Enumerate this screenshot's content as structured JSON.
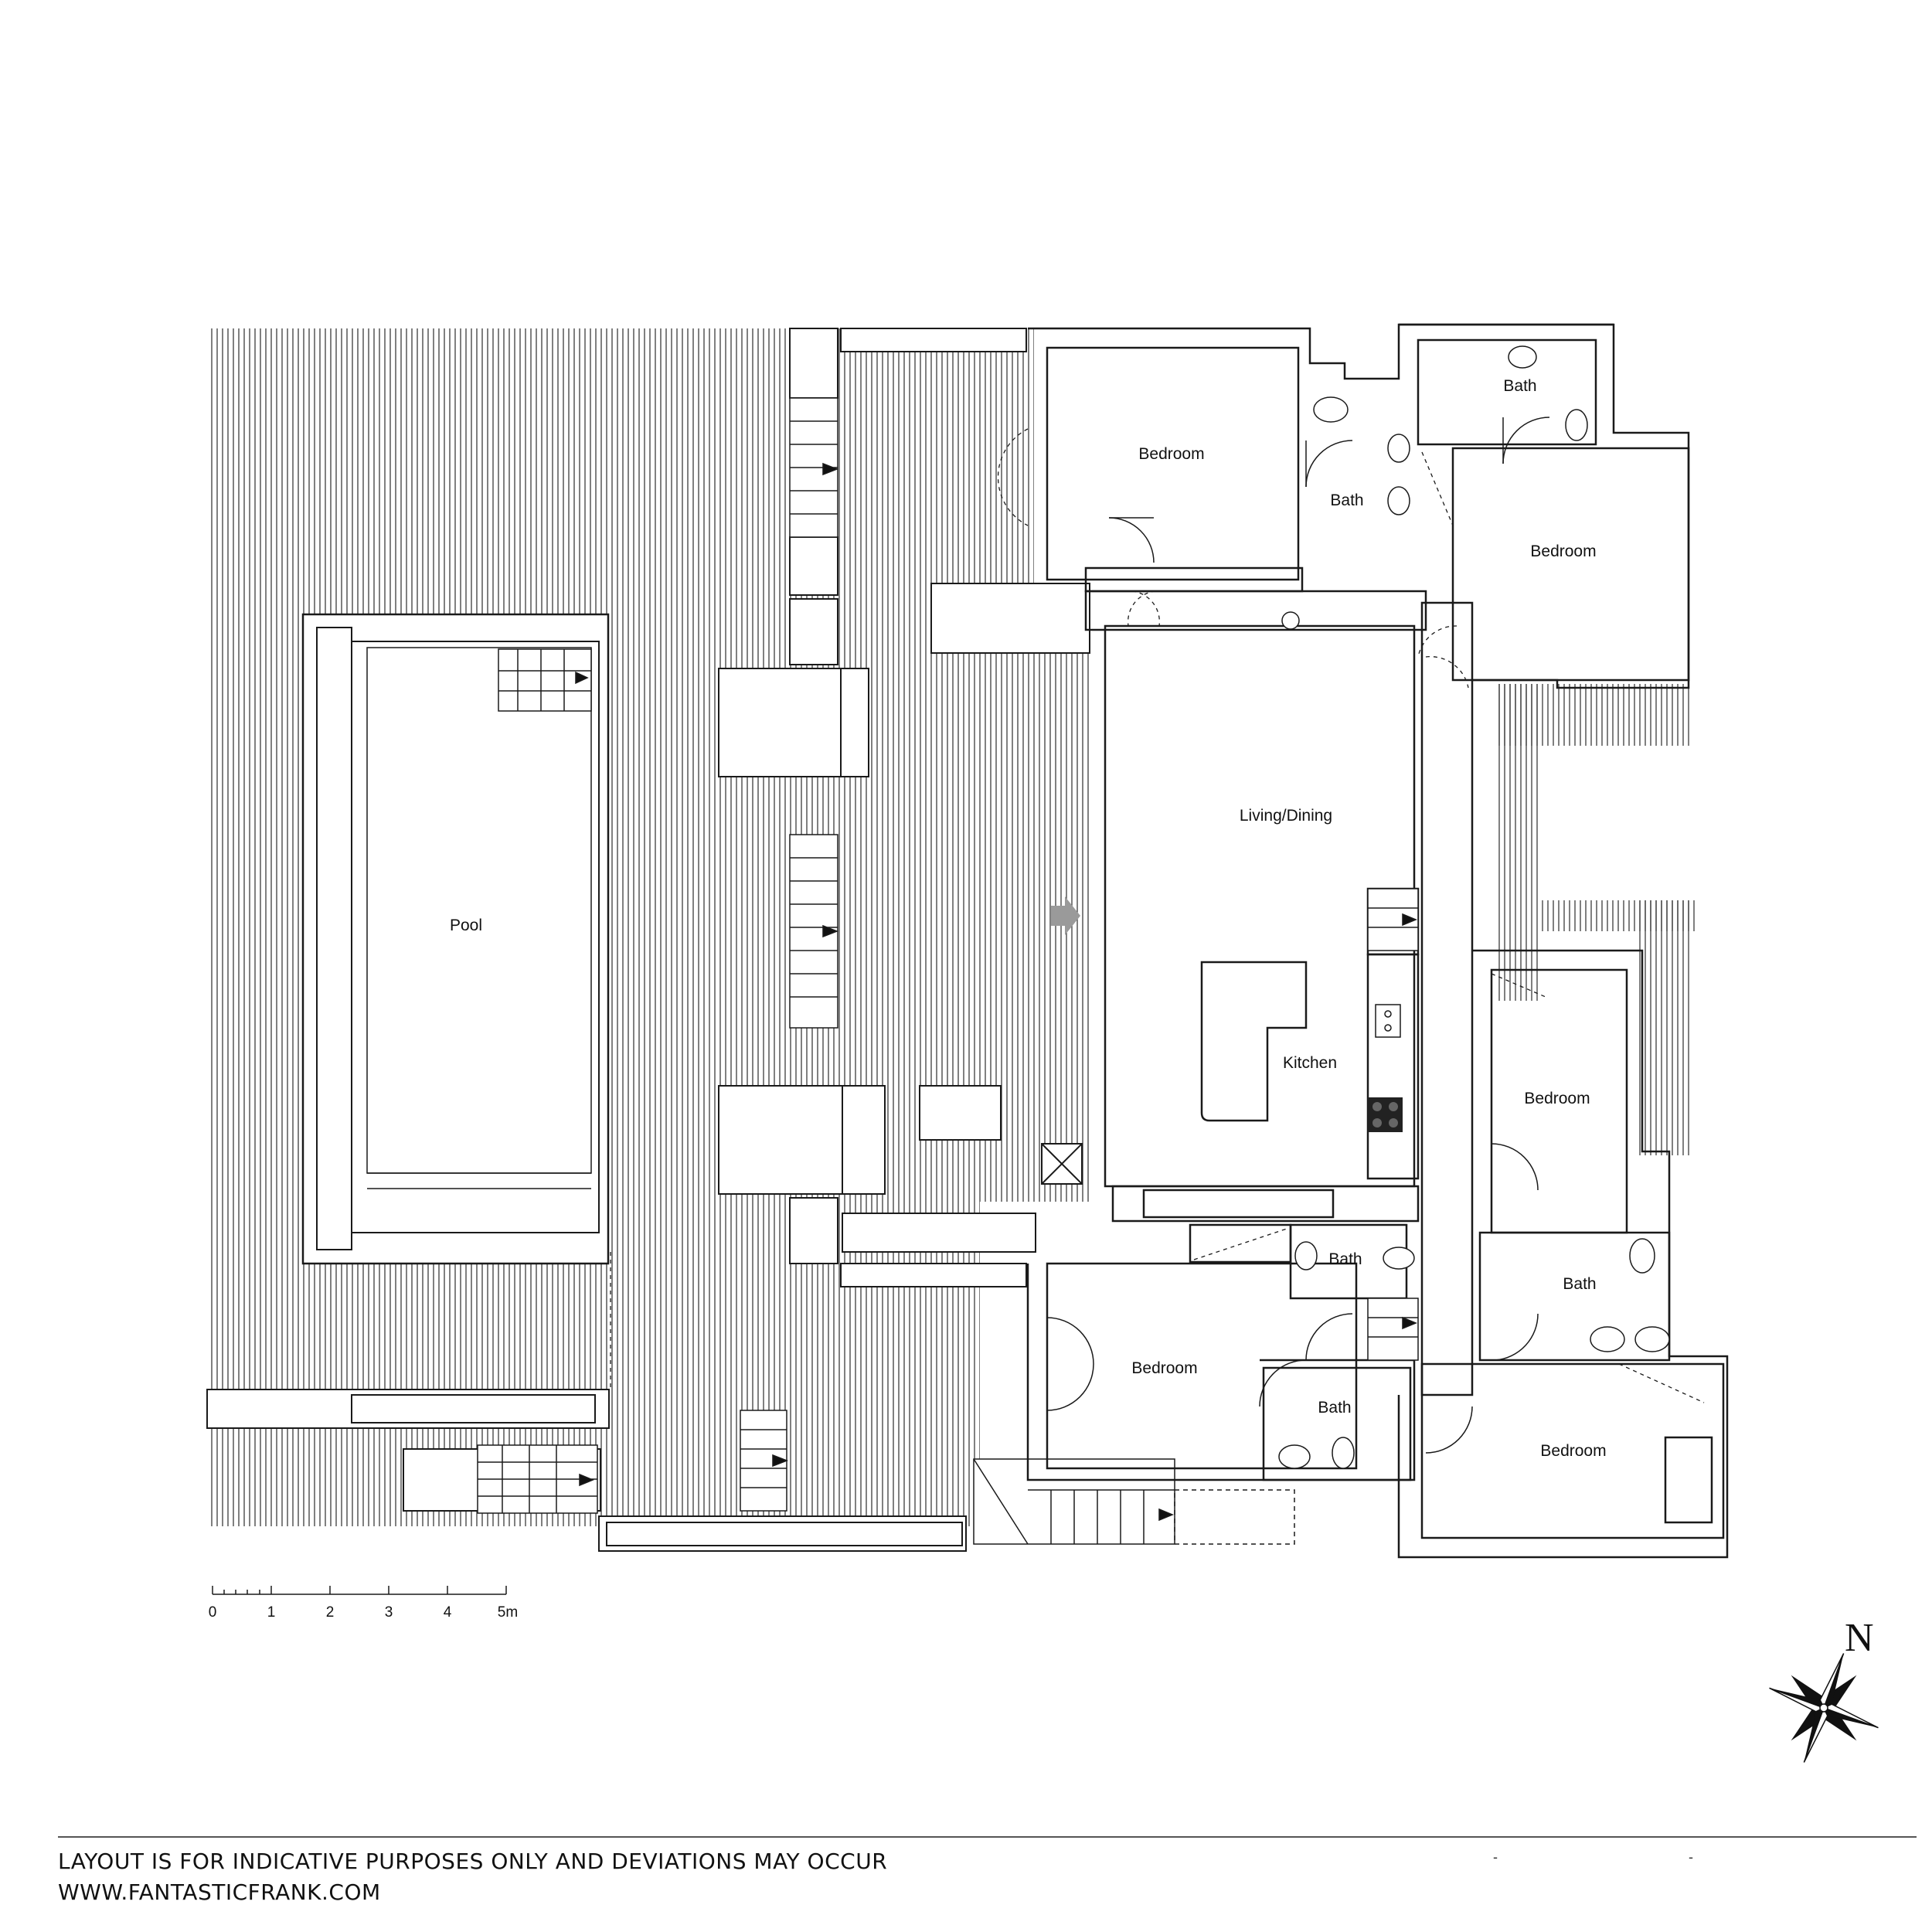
{
  "rooms": {
    "pool": "Pool",
    "living_dining": "Living/Dining",
    "kitchen": "Kitchen",
    "bedroom_nw": "Bedroom",
    "bath_nw": "Bath",
    "bath_ne": "Bath",
    "bedroom_ne": "Bedroom",
    "bedroom_e": "Bedroom",
    "bath_mid": "Bath",
    "bath_e": "Bath",
    "bedroom_sw": "Bedroom",
    "bath_sw": "Bath",
    "bedroom_se": "Bedroom"
  },
  "scale": {
    "ticks": [
      "0",
      "1",
      "2",
      "3",
      "4",
      "5m"
    ]
  },
  "compass": {
    "north": "N"
  },
  "footer": {
    "disclaimer": "LAYOUT IS FOR INDICATIVE PURPOSES ONLY AND DEVIATIONS MAY OCCUR",
    "website": "WWW.FANTASTICFRANK.COM",
    "tick_marks": [
      "-",
      "-"
    ]
  },
  "colors": {
    "line": "#1a1a1a",
    "hatch": "#3a3a3a",
    "background": "#ffffff",
    "entry_arrow": "#9a9a9a"
  }
}
